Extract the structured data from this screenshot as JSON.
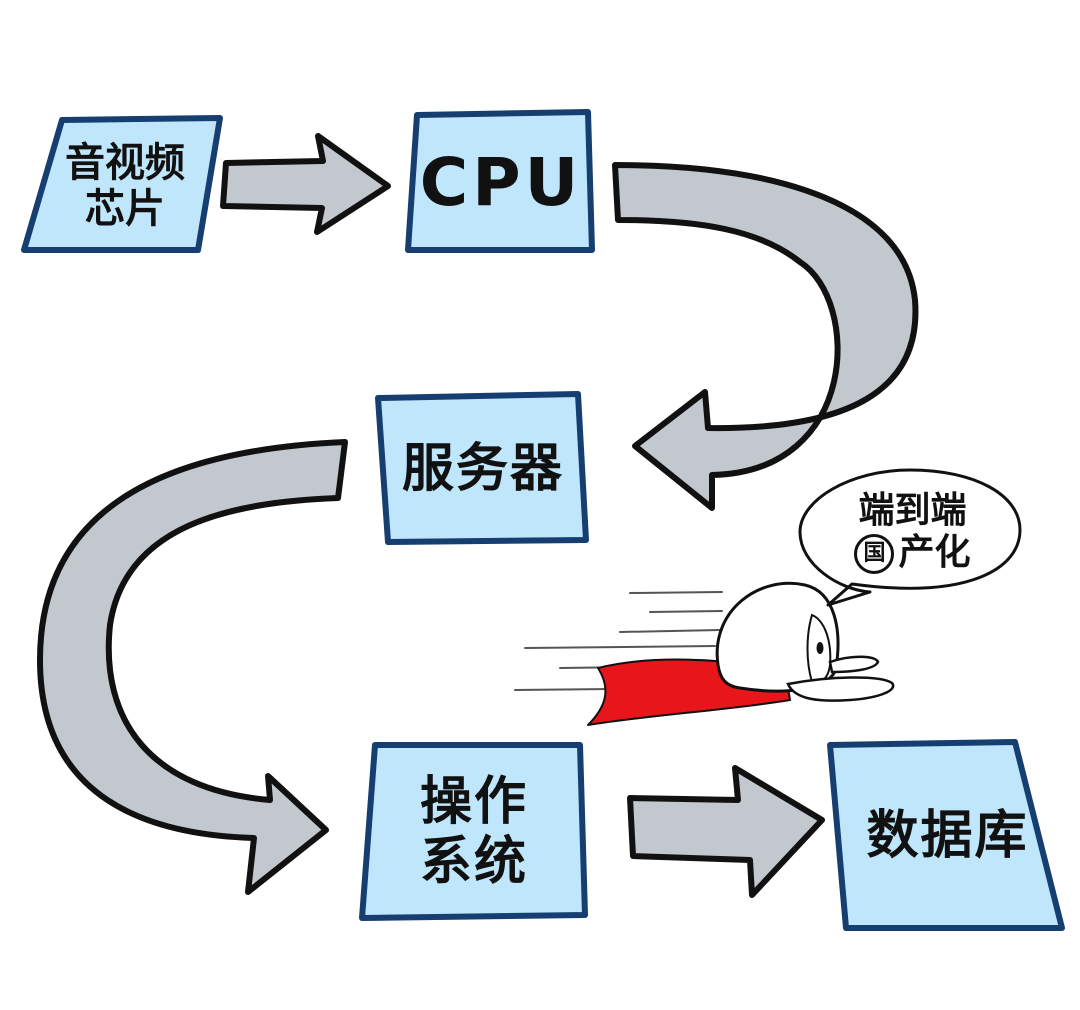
{
  "nodes": {
    "chip": {
      "line1": "音视频",
      "line2": "芯片"
    },
    "cpu": {
      "label": "CPU"
    },
    "server": {
      "label": "服务器"
    },
    "os": {
      "line1": "操作",
      "line2": "系统"
    },
    "database": {
      "label": "数据库"
    }
  },
  "bubble": {
    "line1": "端到端",
    "circle_char": "国",
    "line2_rest": "产化"
  },
  "colors": {
    "box_fill": "#bfe6fb",
    "box_stroke": "#163e70",
    "arrow_fill": "#c3c8cf",
    "arrow_stroke": "#111111",
    "cape": "#e8151b"
  }
}
